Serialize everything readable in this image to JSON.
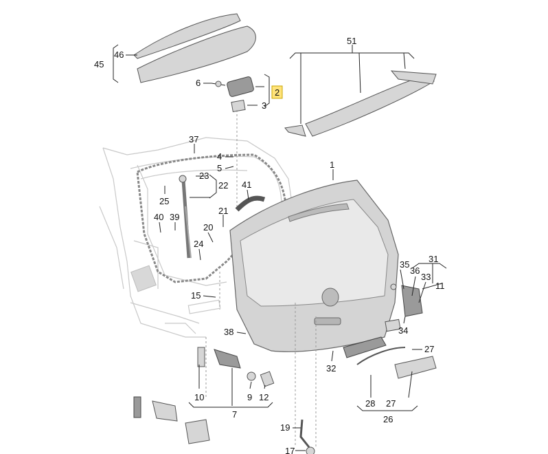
{
  "callouts": [
    {
      "key": "46",
      "text": "46"
    },
    {
      "key": "45",
      "text": "45"
    },
    {
      "key": "6",
      "text": "6"
    },
    {
      "key": "2",
      "text": "2",
      "highlight": true
    },
    {
      "key": "3",
      "text": "3"
    },
    {
      "key": "51",
      "text": "51"
    },
    {
      "key": "37",
      "text": "37"
    },
    {
      "key": "4",
      "text": "4"
    },
    {
      "key": "5",
      "text": "5"
    },
    {
      "key": "1",
      "text": "1"
    },
    {
      "key": "23",
      "text": "23"
    },
    {
      "key": "22",
      "text": "22"
    },
    {
      "key": "25",
      "text": "25"
    },
    {
      "key": "41",
      "text": "41"
    },
    {
      "key": "40",
      "text": "40"
    },
    {
      "key": "39",
      "text": "39"
    },
    {
      "key": "21",
      "text": "21"
    },
    {
      "key": "20",
      "text": "20"
    },
    {
      "key": "24",
      "text": "24"
    },
    {
      "key": "15",
      "text": "15"
    },
    {
      "key": "38",
      "text": "38"
    },
    {
      "key": "35",
      "text": "35"
    },
    {
      "key": "36",
      "text": "36"
    },
    {
      "key": "33",
      "text": "33"
    },
    {
      "key": "31",
      "text": "31"
    },
    {
      "key": "11",
      "text": "11"
    },
    {
      "key": "34",
      "text": "34"
    },
    {
      "key": "27a",
      "text": "27"
    },
    {
      "key": "32",
      "text": "32"
    },
    {
      "key": "28",
      "text": "28"
    },
    {
      "key": "27b",
      "text": "27"
    },
    {
      "key": "26",
      "text": "26"
    },
    {
      "key": "10",
      "text": "10"
    },
    {
      "key": "9",
      "text": "9"
    },
    {
      "key": "12",
      "text": "12"
    },
    {
      "key": "7",
      "text": "7"
    },
    {
      "key": "19",
      "text": "19"
    },
    {
      "key": "17",
      "text": "17"
    }
  ],
  "colors": {
    "highlight": "#ffe37a",
    "part_fill": "#d6d6d6",
    "line": "#222222"
  }
}
